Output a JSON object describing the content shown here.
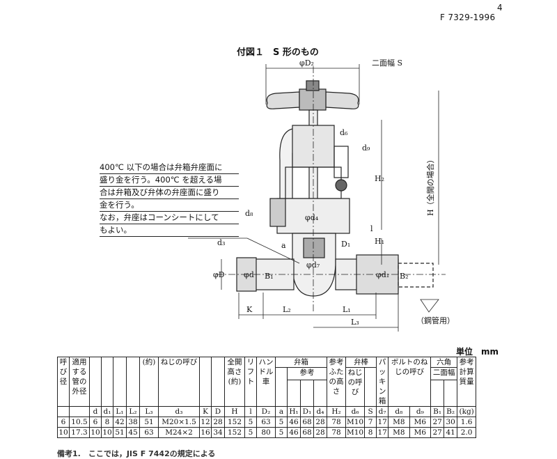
{
  "header": {
    "page_number": "4",
    "standard_number": "F 7329-1996"
  },
  "figure": {
    "title": "付図１　S 形のもの",
    "labels": {
      "phi_d2": "φD₂",
      "two_face": "二面幅 S",
      "d6": "d₆",
      "d9": "d₉",
      "d8": "d₈",
      "d3": "d₃",
      "h2": "H₂",
      "h_total": "H（全開の場合）",
      "phi_d4": "φd₄",
      "phi_d7": "φd₇",
      "a": "a",
      "l": "l",
      "d1": "D₁",
      "h1": "H₁",
      "phi_d": "φD",
      "phi_d_small": "φd",
      "b1": "B₁",
      "b2": "B₂",
      "phi_d1": "φd₁",
      "k": "K",
      "l2": "L₂",
      "l1": "L₁",
      "l3": "L₃",
      "pipe": "（鋼管用）"
    },
    "note_lines": [
      "400℃ 以下の場合は弁箱弁座面に",
      "盛り金を行う。400℃ を超える場",
      "合は弁箱及び弁体の弁座面に盛り",
      "金を行う。",
      "なお，弁座はコーンシートにして",
      "もよい。"
    ]
  },
  "table": {
    "unit": "単位　mm",
    "head": {
      "c1": "呼び径",
      "c2": "適用する管の外径",
      "c6": "(約)",
      "c7": "ねじの呼び",
      "c10": "全開高さ",
      "c10b": "(約)",
      "c11": "リフト",
      "c12": "ハンドル車",
      "g_body": "弁箱",
      "g_ref": "参考",
      "c17": "参考",
      "c17b": "ふたの高さ",
      "g_stem": "弁棒",
      "c18": "ねじの呼び",
      "c20": "パッキン箱",
      "g_bolt": "ボルトのねじの呼び",
      "g_hex": "六角",
      "g_hex2": "二面幅",
      "c25": "参考",
      "c25b": "計算質量"
    },
    "symbols": [
      "d",
      "d₁",
      "L₁",
      "L₂",
      "L₃",
      "d₃",
      "K",
      "D",
      "H",
      "l",
      "D₂",
      "a",
      "H₁",
      "D₁",
      "d₄",
      "H₂",
      "d₆",
      "S",
      "d₇",
      "d₈",
      "d₉",
      "B₁",
      "B₂",
      "(kg)"
    ],
    "rows": [
      [
        "6",
        "10.5",
        "6",
        "8",
        "42",
        "38",
        "51",
        "M20×1.5",
        "12",
        "28",
        "152",
        "5",
        "63",
        "5",
        "46",
        "68",
        "28",
        "78",
        "M10",
        "7",
        "17",
        "M8",
        "M6",
        "27",
        "30",
        "1.6"
      ],
      [
        "10",
        "17.3",
        "10",
        "10",
        "51",
        "45",
        "63",
        "M24×2",
        "16",
        "34",
        "152",
        "5",
        "80",
        "5",
        "46",
        "68",
        "28",
        "78",
        "M10",
        "8",
        "17",
        "M8",
        "M6",
        "27",
        "41",
        "2.0"
      ]
    ]
  },
  "footer": {
    "remark": "備考1.　ここでは，JIS F 7442の規定による"
  }
}
